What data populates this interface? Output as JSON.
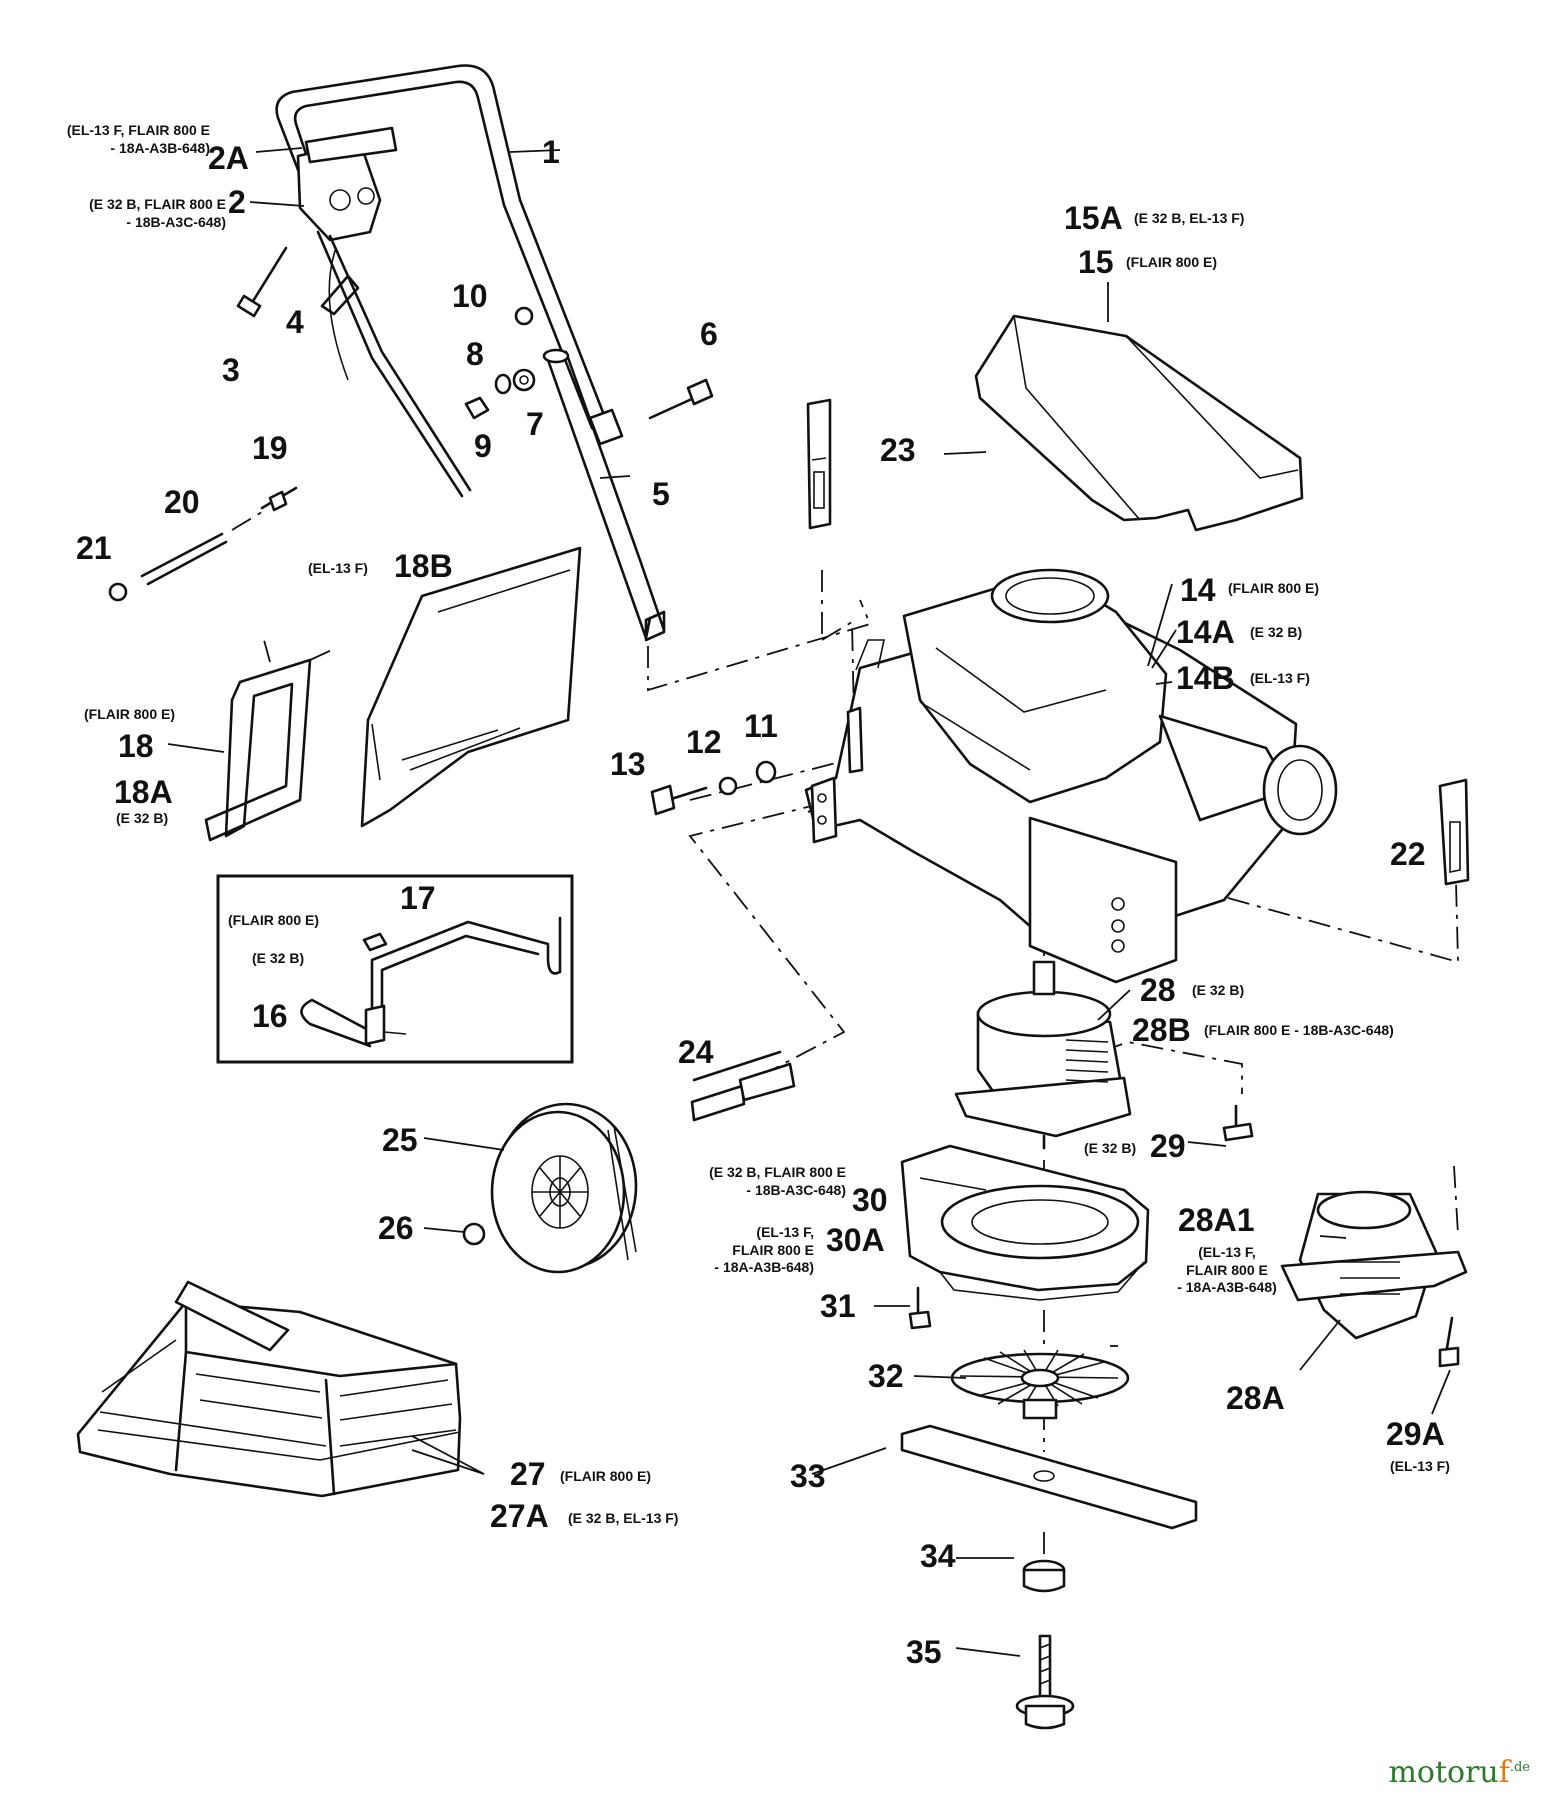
{
  "parts": {
    "p1": "1",
    "p2": "2",
    "p2A": "2A",
    "p3": "3",
    "p4": "4",
    "p5": "5",
    "p6": "6",
    "p7": "7",
    "p8": "8",
    "p9": "9",
    "p10": "10",
    "p11": "11",
    "p12": "12",
    "p13": "13",
    "p14": "14",
    "p14A": "14A",
    "p14B": "14B",
    "p15": "15",
    "p15A": "15A",
    "p16": "16",
    "p17": "17",
    "p18": "18",
    "p18A": "18A",
    "p18B": "18B",
    "p19": "19",
    "p20": "20",
    "p21": "21",
    "p22": "22",
    "p23": "23",
    "p24": "24",
    "p25": "25",
    "p26": "26",
    "p27": "27",
    "p27A": "27A",
    "p28": "28",
    "p28A": "28A",
    "p28A1": "28A1",
    "p28B": "28B",
    "p29": "29",
    "p29A": "29A",
    "p30": "30",
    "p30A": "30A",
    "p31": "31",
    "p32": "32",
    "p33": "33",
    "p34": "34",
    "p35": "35"
  },
  "notes": {
    "n2A_l1": "(EL-13 F, FLAIR 800 E",
    "n2A_l2": "- 18A-A3B-648)",
    "n2_l1": "(E 32 B, FLAIR 800 E",
    "n2_l2": "- 18B-A3C-648)",
    "n15A": "(E 32 B, EL-13 F)",
    "n15": "(FLAIR 800 E)",
    "n14": "(FLAIR 800 E)",
    "n14A": "(E 32 B)",
    "n14B": "(EL-13 F)",
    "n18B": "(EL-13 F)",
    "n18": "(FLAIR 800 E)",
    "n18A": "(E 32 B)",
    "n17_l1": "(FLAIR 800 E)",
    "n17_l2": "(E 32 B)",
    "n28": "(E 32 B)",
    "n28B": "(FLAIR 800 E - 18B-A3C-648)",
    "n29": "(E 32 B)",
    "n30_l1": "(E 32 B, FLAIR 800 E",
    "n30_l2": "- 18B-A3C-648)",
    "n30A_l1": "(EL-13 F,",
    "n30A_l2": "FLAIR 800 E",
    "n30A_l3": "- 18A-A3B-648)",
    "n28A1_l1": "(EL-13 F,",
    "n28A1_l2": "FLAIR 800 E",
    "n28A1_l3": "- 18A-A3B-648)",
    "n29A": "(EL-13 F)",
    "n27": "(FLAIR 800 E)",
    "n27A": "(E 32 B, EL-13 F)"
  },
  "brand": {
    "name_start": "motoru",
    "name_accent": "f",
    "tld": ".de"
  }
}
